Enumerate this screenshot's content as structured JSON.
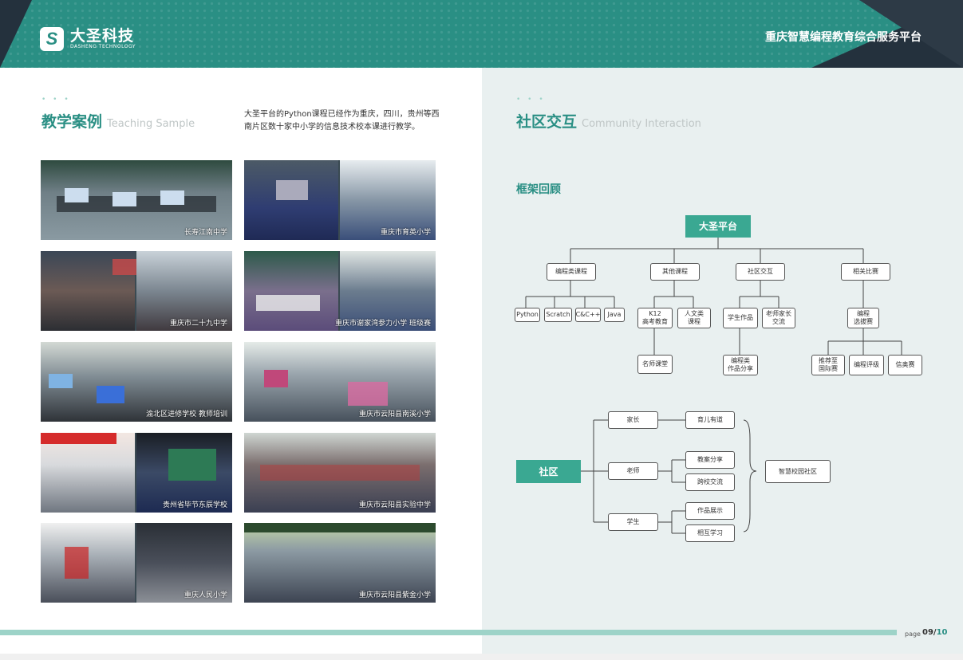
{
  "header": {
    "logo_cn": "大圣科技",
    "logo_en": "DASHENG TECHNOLOGY",
    "logo_mark": "S",
    "title": "重庆智慧编程教育综合服务平台"
  },
  "colors": {
    "accent": "#2a8f84",
    "panel": "#e9f0f0",
    "dark": "#24313d",
    "green_box": "#3aa892"
  },
  "left": {
    "dots": "• • •",
    "title_cn": "教学案例",
    "title_en": "Teaching Sample",
    "intro": "大圣平台的Python课程已经作为重庆，四川，贵州等西南片区数十家中小学的信息技术校本课进行教学。",
    "photos": [
      "长寿江南中学",
      "重庆市育英小学",
      "重庆市二十九中学",
      "重庆市谢家湾参力小学 班级赛",
      "渝北区进修学校 教师培训",
      "重庆市云阳县南溪小学",
      "贵州省毕节东辰学校",
      "重庆市云阳县实验中学",
      "重庆人民小学",
      "重庆市云阳县紫金小学"
    ]
  },
  "right": {
    "dots": "• • •",
    "title_cn": "社区交互",
    "title_en": "Community Interaction",
    "subtitle": "框架回顾",
    "tree": {
      "root": "大圣平台",
      "l1": [
        "编程类课程",
        "其他课程",
        "社区交互",
        "相关比赛"
      ],
      "prog": [
        "Python",
        "Scratch",
        "C&C++",
        "Java"
      ],
      "other": [
        "K12\n高考教育",
        "人文类\n课程"
      ],
      "other_sub": "名师课堂",
      "comm": [
        "学生作品",
        "老师家长\n交流"
      ],
      "comm_sub": "编程类\n作品分享",
      "comp": "编程\n选拔赛",
      "comp_sub": [
        "推荐至\n国际赛",
        "编程评级",
        "信奥赛"
      ]
    },
    "community": {
      "root": "社区",
      "roles": [
        "家长",
        "老师",
        "学生"
      ],
      "items": [
        "育儿有道",
        "教案分享",
        "跨校交流",
        "作品展示",
        "相互学习"
      ],
      "target": "智慧校园社区"
    }
  },
  "footer": {
    "page_label": "page",
    "page": "09",
    "total": "10"
  }
}
